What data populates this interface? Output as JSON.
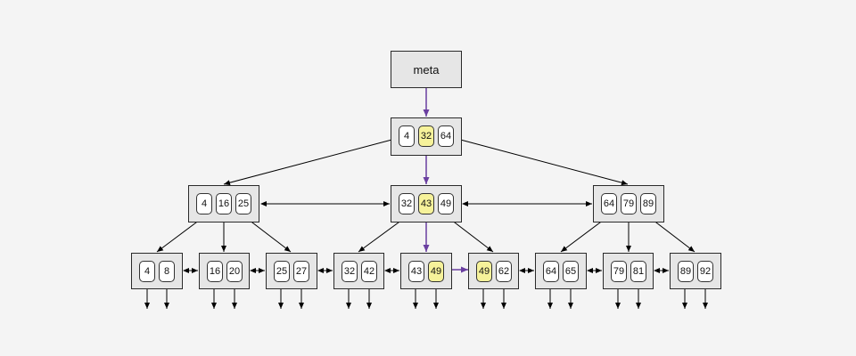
{
  "meta": {
    "label": "meta"
  },
  "colors": {
    "background": "#f4f4f4",
    "node_fill": "#e6e6e6",
    "key_fill": "#ffffff",
    "highlight": "#f6f29a",
    "search_path": "#6a3fa0",
    "edge": "#000000"
  },
  "root": {
    "keys": [
      "4",
      "32",
      "64"
    ],
    "highlight": [
      1
    ]
  },
  "internal": [
    {
      "keys": [
        "4",
        "16",
        "25"
      ],
      "highlight": []
    },
    {
      "keys": [
        "32",
        "43",
        "49"
      ],
      "highlight": [
        1
      ]
    },
    {
      "keys": [
        "64",
        "79",
        "89"
      ],
      "highlight": []
    }
  ],
  "leaves": [
    {
      "keys": [
        "4",
        "8"
      ],
      "highlight": []
    },
    {
      "keys": [
        "16",
        "20"
      ],
      "highlight": []
    },
    {
      "keys": [
        "25",
        "27"
      ],
      "highlight": []
    },
    {
      "keys": [
        "32",
        "42"
      ],
      "highlight": []
    },
    {
      "keys": [
        "43",
        "49"
      ],
      "highlight": [
        1
      ]
    },
    {
      "keys": [
        "49",
        "62"
      ],
      "highlight": [
        0
      ]
    },
    {
      "keys": [
        "64",
        "65"
      ],
      "highlight": []
    },
    {
      "keys": [
        "79",
        "81"
      ],
      "highlight": []
    },
    {
      "keys": [
        "89",
        "92"
      ],
      "highlight": []
    }
  ]
}
